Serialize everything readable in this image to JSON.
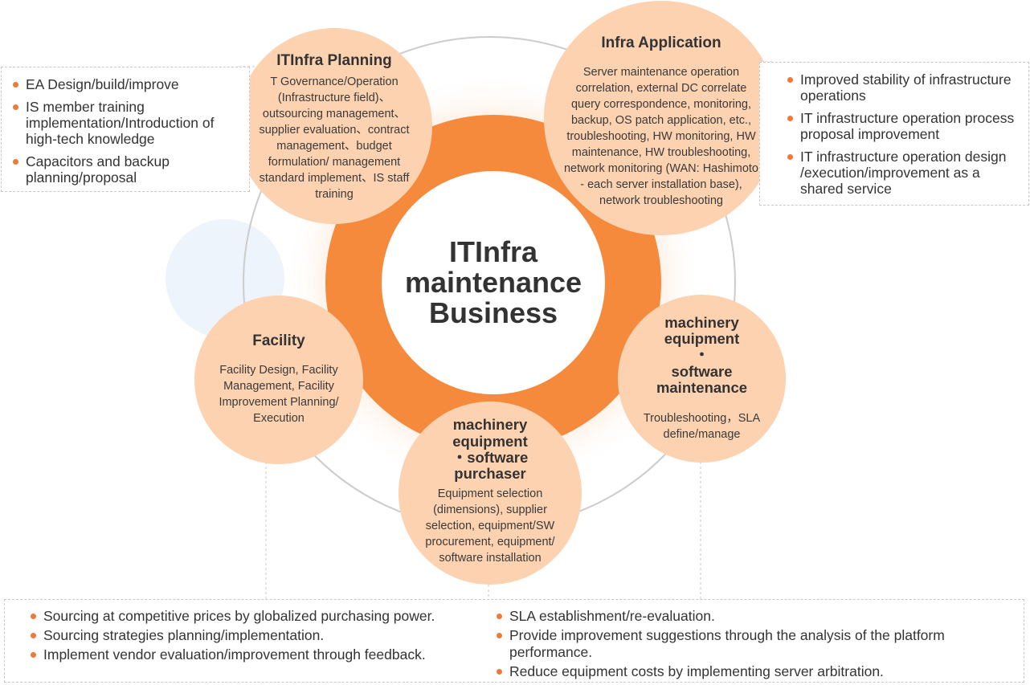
{
  "center": {
    "line1": "ITInfra",
    "line2": "maintenance",
    "line3": "Business"
  },
  "nodes": {
    "planning": {
      "title": "ITInfra Planning",
      "desc": "T Governance/Operation (Infrastructure field)、outsourcing management、supplier evaluation、contract management、budget formulation/ management standard implement、IS staff training"
    },
    "application": {
      "title": "Infra Application",
      "desc": "Server maintenance operation correlation, external DC correlate query correspondence, monitoring, backup, OS patch application, etc., troubleshooting, HW monitoring, HW maintenance, HW troubleshooting, network monitoring (WAN: Hashimoto - each server installation base), network troubleshooting"
    },
    "facility": {
      "title": "Facility",
      "desc": "Facility Design, Facility Management, Facility Improvement Planning/ Execution"
    },
    "maintenance": {
      "title_line1": "machinery equipment",
      "title_line2": "・",
      "title_line3": "software maintenance",
      "desc": "Troubleshooting，SLA define/manage"
    },
    "purchaser": {
      "title_line1": "machinery equipment",
      "title_line2": "・software purchaser",
      "desc": "Equipment selection (dimensions), supplier selection, equipment/SW procurement, equipment/ software installation"
    }
  },
  "boxes": {
    "left": [
      "EA Design/build/improve",
      "IS member training implementation/Introduction of high-tech knowledge",
      "Capacitors and backup planning/proposal"
    ],
    "right": [
      "Improved stability of infrastructure operations",
      "IT infrastructure operation process proposal improvement",
      "IT infrastructure operation design /execution/improvement as a shared service"
    ],
    "bottom_left": [
      "Sourcing at competitive prices by globalized purchasing power.",
      "Sourcing strategies planning/implementation.",
      "Implement vendor evaluation/improvement through feedback."
    ],
    "bottom_right": [
      "SLA establishment/re-evaluation.",
      "Provide improvement suggestions through the analysis of the platform performance.",
      "Reduce equipment costs by implementing server arbitration."
    ]
  },
  "colors": {
    "accent_orange": "#f58a3c",
    "node_fill": "#fdd2b0",
    "bullet": "#ee7a3a",
    "ring_line": "#cccccc",
    "decor_blue": "#eef4fb"
  }
}
